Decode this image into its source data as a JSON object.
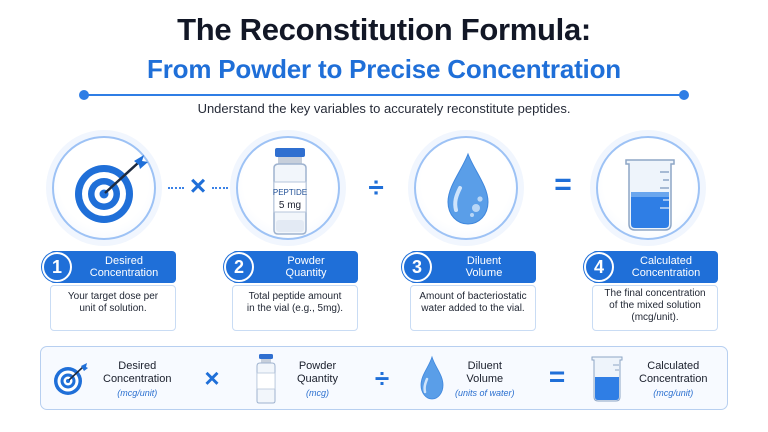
{
  "header": {
    "title": "The Reconstitution Formula:",
    "subtitle_line": "From Powder to Precise Concentration",
    "description": "Understand the key variables to accurately reconstitute peptides."
  },
  "vial_label": {
    "name": "PEPTIDE",
    "amount": "5 mg"
  },
  "operators": {
    "multiply": "×",
    "divide": "÷",
    "equals": "="
  },
  "steps": [
    {
      "number": "1",
      "title_line1": "Desired",
      "title_line2": "Concentration",
      "desc_line1": "Your target dose per",
      "desc_line2": "unit of solution.",
      "desc_line3": ""
    },
    {
      "number": "2",
      "title_line1": "Powder",
      "title_line2": "Quantity",
      "desc_line1": "Total peptide amount",
      "desc_line2": "in the vial (e.g., 5mg).",
      "desc_line3": ""
    },
    {
      "number": "3",
      "title_line1": "Diluent",
      "title_line2": "Volume",
      "desc_line1": "Amount of bacteriostatic",
      "desc_line2": "water added to the vial.",
      "desc_line3": ""
    },
    {
      "number": "4",
      "title_line1": "Calculated",
      "title_line2": "Concentration",
      "desc_line1": "The final concentration",
      "desc_line2": "of the mixed solution",
      "desc_line3": "(mcg/unit)."
    }
  ],
  "formula": [
    {
      "line1": "Desired",
      "line2": "Concentration",
      "unit": "(mcg/unit)"
    },
    {
      "line1": "Powder",
      "line2": "Quantity",
      "unit": "(mcg)"
    },
    {
      "line1": "Diluent",
      "line2": "Volume",
      "unit": "(units of water)"
    },
    {
      "line1": "Calculated",
      "line2": "Concentration",
      "unit": "(mcg/unit)"
    }
  ],
  "colors": {
    "accent": "#1f6fd8",
    "dark": "#121726",
    "light_blue": "#9dc2f5"
  },
  "icons": [
    "target-icon",
    "vial-icon",
    "water-drop-icon",
    "beaker-icon"
  ]
}
